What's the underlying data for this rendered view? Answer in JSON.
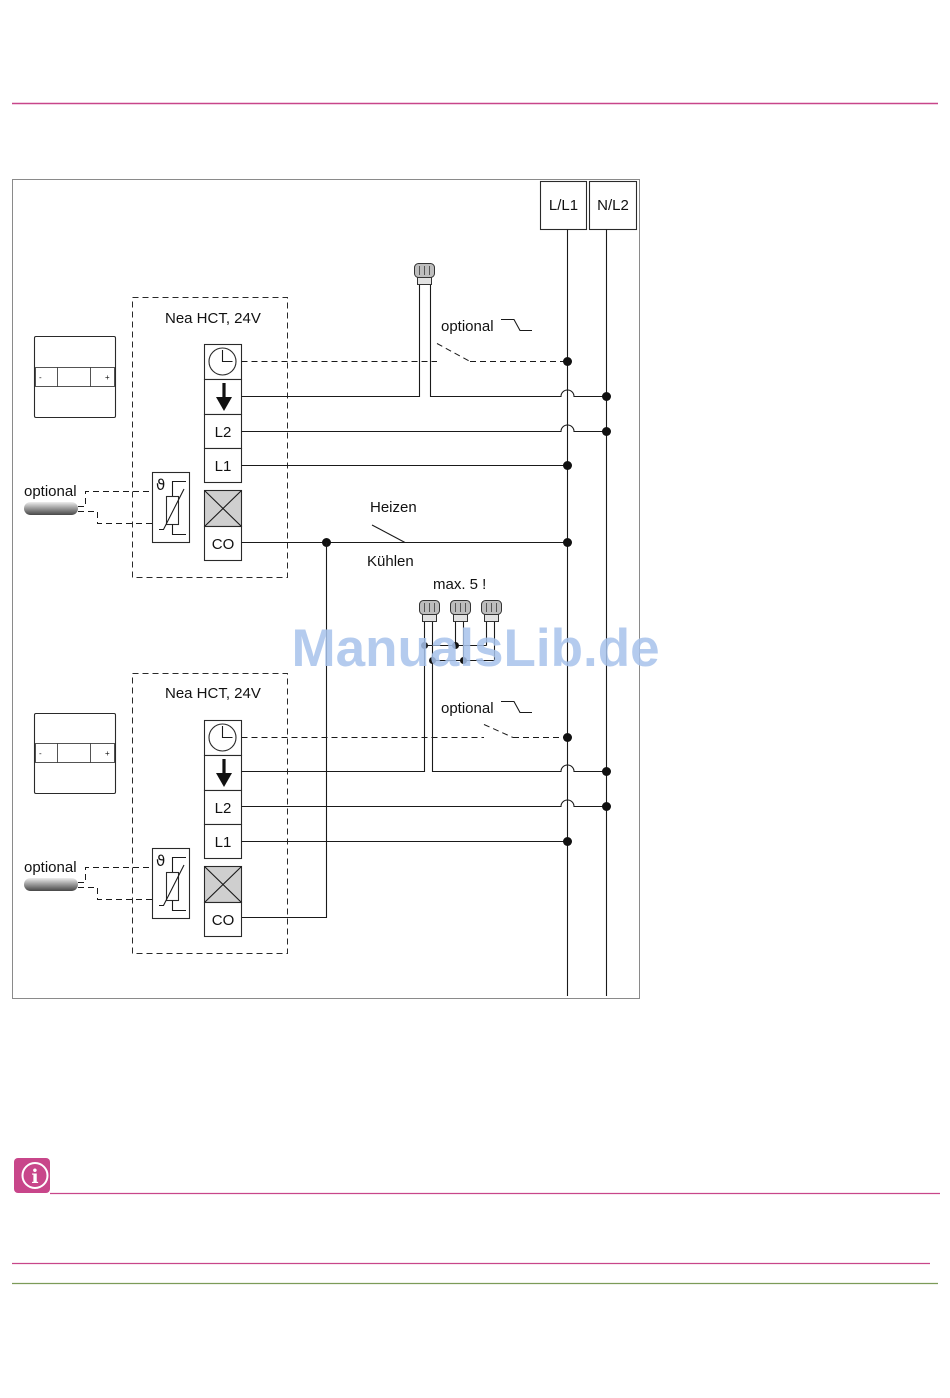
{
  "page": {
    "accent_color": "#c8468a",
    "secondary_rule_color": "#7c9b58",
    "info_icon": "info-icon"
  },
  "diagram": {
    "bus": {
      "l_l1": "L/L1",
      "n_l2": "N/L2"
    },
    "units": [
      {
        "title": "Nea HCT, 24V",
        "thermostat_keys": {
          "minus": "-",
          "plus": "+"
        },
        "terminals": {
          "timer_icon": "clock-icon",
          "valve_icon": "arrow-down-icon",
          "l2": "L2",
          "l1": "L1",
          "blank_icon": "crossed-box-icon",
          "co": "CO"
        },
        "sensor": {
          "label": "optional",
          "symbol": "ϑ",
          "icon": "ntc-thermistor-icon"
        },
        "timer_switch_label": "optional"
      },
      {
        "title": "Nea HCT, 24V",
        "thermostat_keys": {
          "minus": "-",
          "plus": "+"
        },
        "terminals": {
          "timer_icon": "clock-icon",
          "valve_icon": "arrow-down-icon",
          "l2": "L2",
          "l1": "L1",
          "blank_icon": "crossed-box-icon",
          "co": "CO"
        },
        "sensor": {
          "label": "optional",
          "symbol": "ϑ",
          "icon": "ntc-thermistor-icon"
        },
        "timer_switch_label": "optional"
      }
    ],
    "changeover_switch": {
      "upper_label": "Heizen",
      "lower_label": "Kühlen"
    },
    "actuator_limit_note": "max. 5 !",
    "actuator_icon": "valve-actuator-icon"
  },
  "watermark": "ManualsLib.de"
}
